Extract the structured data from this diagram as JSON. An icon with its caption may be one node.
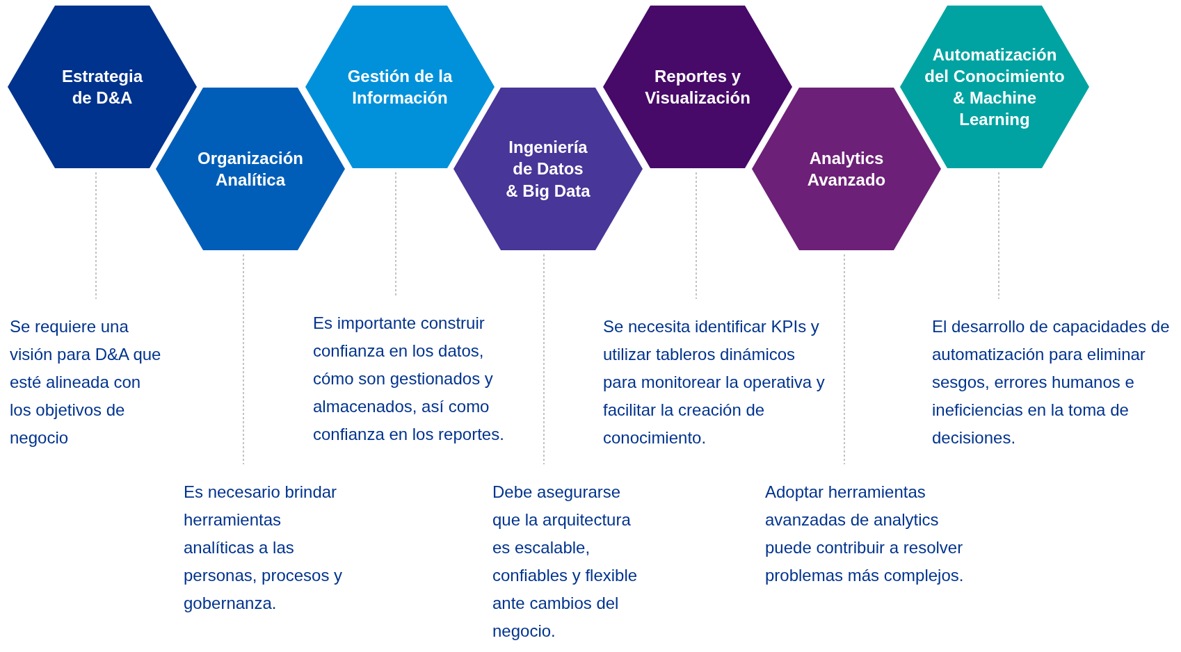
{
  "diagram": {
    "nodes": [
      {
        "text": [
          "Estrategia de D&A"
        ]
      },
      {
        "text": [
          "Organización Analítica"
        ]
      },
      {
        "text": [
          "Gestión de la Información"
        ]
      },
      {
        "text": [
          "Ingeniería de Datos & Big Data"
        ]
      },
      {
        "text": [
          "Reportes y Visualización"
        ]
      },
      {
        "text": [
          "Analytics Avanzado"
        ]
      },
      {
        "text": [
          "Automatización del Conocimiento & Machine Learning"
        ]
      },
      {
        "text": [
          "Se requiere una visión para D&A que esté alineada con los objetivos de negocio"
        ]
      },
      {
        "text": [
          "Es necesario brindar herramientas analíticas a las personas, procesos y gobernanza."
        ]
      },
      {
        "text": [
          "Es importante construir confianza en los datos, cómo son gestionados y almacenados, así como confianza en los reportes."
        ]
      },
      {
        "text": [
          "Debe asegurarse que la arquitectura es escalable, confiables y flexible ante cambios del negocio."
        ]
      },
      {
        "text": [
          "Se necesita identificar KPIs y utilizar tableros dinámicos para monitorear la operativa y facilitar la creación de conocimiento."
        ]
      },
      {
        "text": [
          "Adoptar herramientas avanzadas de analytics puede contribuir a resolver problemas más complejos."
        ]
      },
      {
        "text": [
          "El desarrollo de capacidades de automatización para eliminar sesgos, errores humanos e ineficiencias en la toma de decisiones."
        ]
      }
    ],
    "edges": [
      {
        "from": 0,
        "to": 7,
        "arrow": "none",
        "style": "dashed"
      },
      {
        "from": 1,
        "to": 8,
        "arrow": "none",
        "style": "dashed"
      },
      {
        "from": 2,
        "to": 9,
        "arrow": "none",
        "style": "dashed"
      },
      {
        "from": 3,
        "to": 10,
        "arrow": "none",
        "style": "dashed"
      },
      {
        "from": 4,
        "to": 11,
        "arrow": "none",
        "style": "dashed"
      },
      {
        "from": 5,
        "to": 12,
        "arrow": "none",
        "style": "dashed"
      },
      {
        "from": 6,
        "to": 13,
        "arrow": "none",
        "style": "dashed"
      }
    ]
  }
}
